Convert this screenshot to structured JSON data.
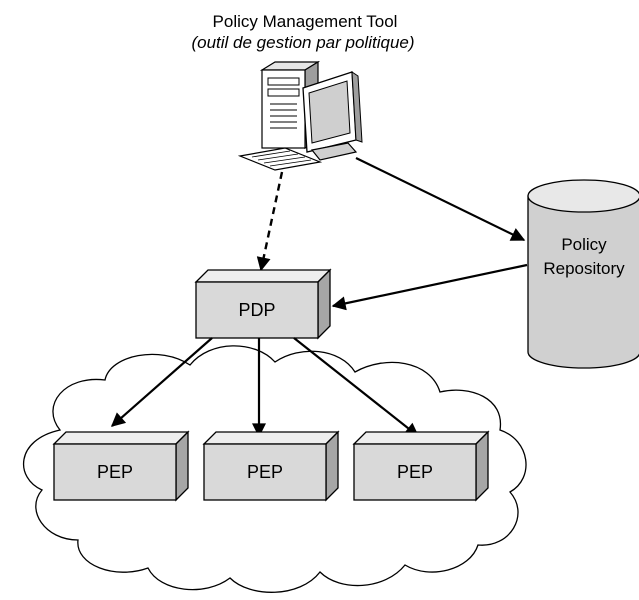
{
  "title": {
    "line1": "Policy Management Tool",
    "line2": "(outil de gestion par politique)"
  },
  "repository": {
    "line1": "Policy",
    "line2": "Repository"
  },
  "pdp": {
    "label": "PDP"
  },
  "peps": [
    {
      "label": "PEP"
    },
    {
      "label": "PEP"
    },
    {
      "label": "PEP"
    }
  ],
  "colors": {
    "box_front": "#d9d9d9",
    "box_top": "#eeeeee",
    "box_side": "#a6a6a6",
    "stroke": "#000000",
    "background": "#ffffff"
  }
}
